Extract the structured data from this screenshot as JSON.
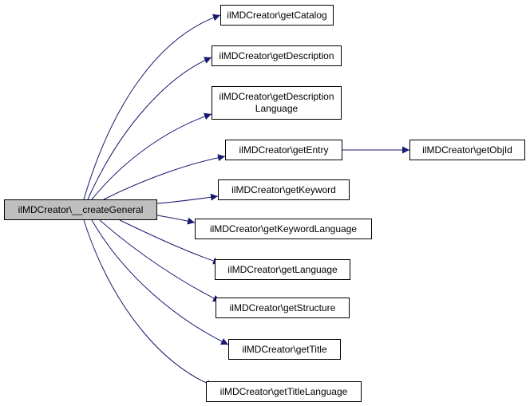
{
  "graph": {
    "edge_color": "#191970",
    "root_fill": "#bfbfbf",
    "root": {
      "id": "root",
      "label": "ilMDCreator\\__createGeneral"
    },
    "nodes": [
      {
        "id": "getCatalog",
        "lines": [
          "ilMDCreator\\getCatalog"
        ]
      },
      {
        "id": "getDescription",
        "lines": [
          "ilMDCreator\\getDescription"
        ]
      },
      {
        "id": "getDescriptionLanguage",
        "lines": [
          "ilMDCreator\\getDescription",
          "Language"
        ]
      },
      {
        "id": "getEntry",
        "lines": [
          "ilMDCreator\\getEntry"
        ]
      },
      {
        "id": "getObjId",
        "lines": [
          "ilMDCreator\\getObjId"
        ]
      },
      {
        "id": "getKeyword",
        "lines": [
          "ilMDCreator\\getKeyword"
        ]
      },
      {
        "id": "getKeywordLanguage",
        "lines": [
          "ilMDCreator\\getKeywordLanguage"
        ]
      },
      {
        "id": "getLanguage",
        "lines": [
          "ilMDCreator\\getLanguage"
        ]
      },
      {
        "id": "getStructure",
        "lines": [
          "ilMDCreator\\getStructure"
        ]
      },
      {
        "id": "getTitle",
        "lines": [
          "ilMDCreator\\getTitle"
        ]
      },
      {
        "id": "getTitleLanguage",
        "lines": [
          "ilMDCreator\\getTitleLanguage"
        ]
      }
    ],
    "edges": [
      [
        "root",
        "getCatalog"
      ],
      [
        "root",
        "getDescription"
      ],
      [
        "root",
        "getDescriptionLanguage"
      ],
      [
        "root",
        "getEntry"
      ],
      [
        "root",
        "getKeyword"
      ],
      [
        "root",
        "getKeywordLanguage"
      ],
      [
        "root",
        "getLanguage"
      ],
      [
        "root",
        "getStructure"
      ],
      [
        "root",
        "getTitle"
      ],
      [
        "root",
        "getTitleLanguage"
      ],
      [
        "getEntry",
        "getObjId"
      ]
    ]
  }
}
